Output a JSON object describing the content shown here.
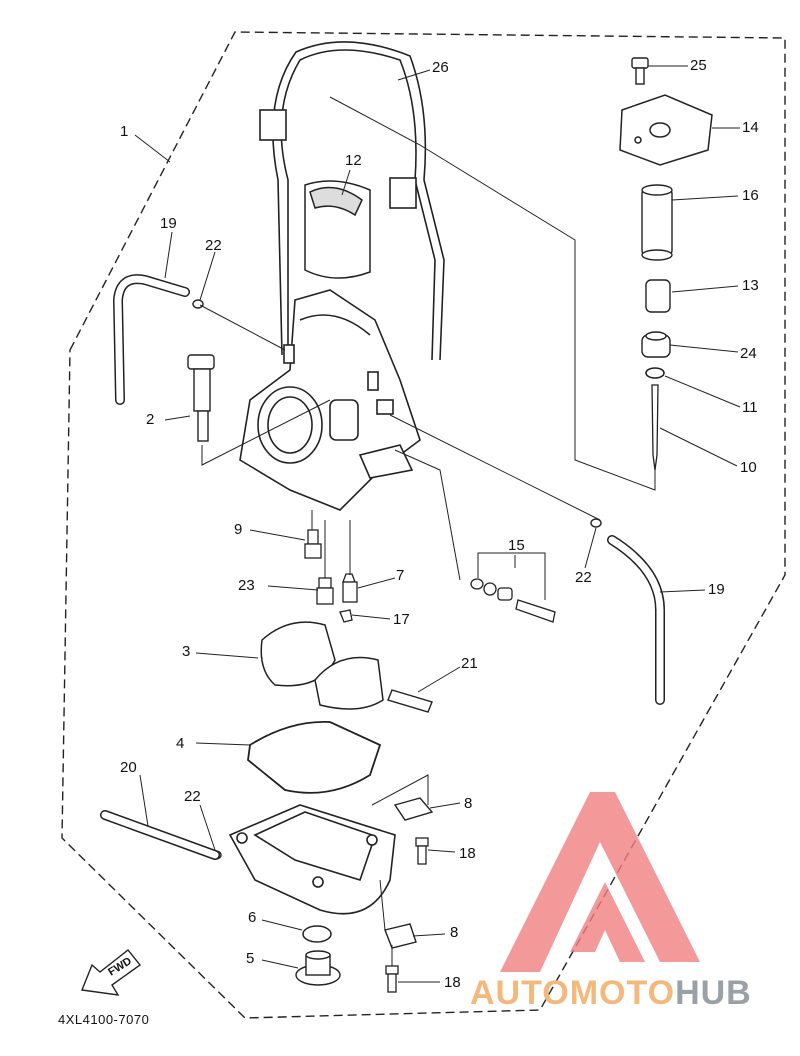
{
  "callouts": [
    {
      "id": "1",
      "label": "1"
    },
    {
      "id": "2",
      "label": "2"
    },
    {
      "id": "3",
      "label": "3"
    },
    {
      "id": "4",
      "label": "4"
    },
    {
      "id": "5",
      "label": "5"
    },
    {
      "id": "6",
      "label": "6"
    },
    {
      "id": "7",
      "label": "7"
    },
    {
      "id": "8a",
      "label": "8"
    },
    {
      "id": "8b",
      "label": "8"
    },
    {
      "id": "9",
      "label": "9"
    },
    {
      "id": "10",
      "label": "10"
    },
    {
      "id": "11",
      "label": "11"
    },
    {
      "id": "12",
      "label": "12"
    },
    {
      "id": "13",
      "label": "13"
    },
    {
      "id": "14",
      "label": "14"
    },
    {
      "id": "15",
      "label": "15"
    },
    {
      "id": "16",
      "label": "16"
    },
    {
      "id": "17",
      "label": "17"
    },
    {
      "id": "18a",
      "label": "18"
    },
    {
      "id": "18b",
      "label": "18"
    },
    {
      "id": "19a",
      "label": "19"
    },
    {
      "id": "19b",
      "label": "19"
    },
    {
      "id": "20",
      "label": "20"
    },
    {
      "id": "21",
      "label": "21"
    },
    {
      "id": "22a",
      "label": "22"
    },
    {
      "id": "22b",
      "label": "22"
    },
    {
      "id": "22c",
      "label": "22"
    },
    {
      "id": "23",
      "label": "23"
    },
    {
      "id": "24",
      "label": "24"
    },
    {
      "id": "25",
      "label": "25"
    },
    {
      "id": "26",
      "label": "26"
    }
  ],
  "fwd_label": "FWD",
  "diagram_code": "4XL4100-7070",
  "watermark": {
    "part1": "AUTOMOTO",
    "part2": "HUB",
    "color_logo": "#f08080",
    "color_text1": "#f4b87c",
    "color_text2": "#9aa0a6"
  }
}
